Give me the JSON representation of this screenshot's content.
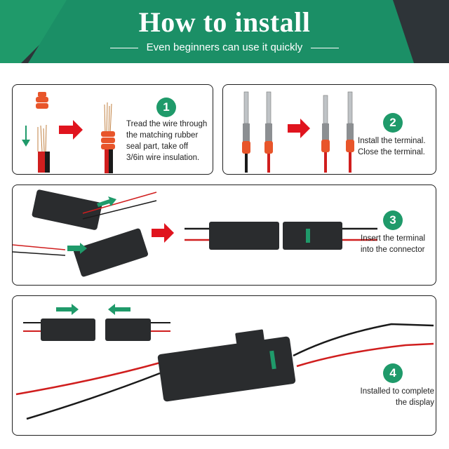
{
  "header": {
    "title": "How to install",
    "subtitle": "Even beginners can use it quickly"
  },
  "steps": [
    {
      "number": "1",
      "text": "Tread the wire through\nthe matching rubber\nseal part, take off\n3/6in wire insulation."
    },
    {
      "number": "2",
      "text": "Install the terminal.\nClose the terminal."
    },
    {
      "number": "3",
      "text": "Insert the terminal\ninto the connector"
    },
    {
      "number": "4",
      "text": "Installed to complete\nthe display"
    }
  ],
  "colors": {
    "accent": "#1f9a6a",
    "arrow": "#e0141e",
    "header_bg": "#2e3438",
    "wire_red": "#d01e1e",
    "seal": "#e8552a"
  }
}
